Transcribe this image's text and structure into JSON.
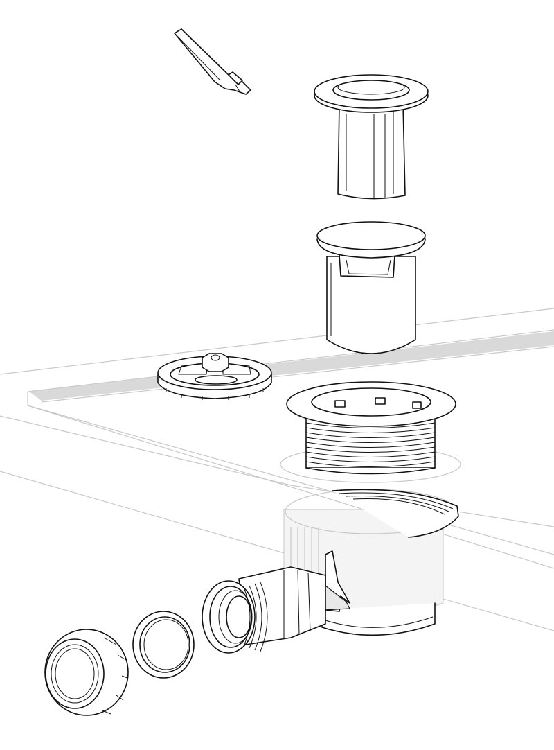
{
  "diagram": {
    "kind": "exploded-assembly-drawing",
    "parts": [
      {
        "id": "removal-key",
        "icon": "key-icon"
      },
      {
        "id": "push-cap-plug",
        "icon": "plug-icon"
      },
      {
        "id": "strainer-cup",
        "icon": "cup-icon"
      },
      {
        "id": "lock-nut",
        "icon": "nut-icon"
      },
      {
        "id": "threaded-flange",
        "icon": "flange-icon"
      },
      {
        "id": "trap-body",
        "icon": "trap-icon"
      },
      {
        "id": "threaded-adapter",
        "icon": "adapter-icon"
      },
      {
        "id": "seal-ring",
        "icon": "ring-icon"
      },
      {
        "id": "union-nut",
        "icon": "union-nut-icon"
      }
    ],
    "colors": {
      "line": "#111111",
      "ghost": "#c8c8c8",
      "tray_band": "#d9d9d9",
      "background": "#ffffff"
    }
  }
}
